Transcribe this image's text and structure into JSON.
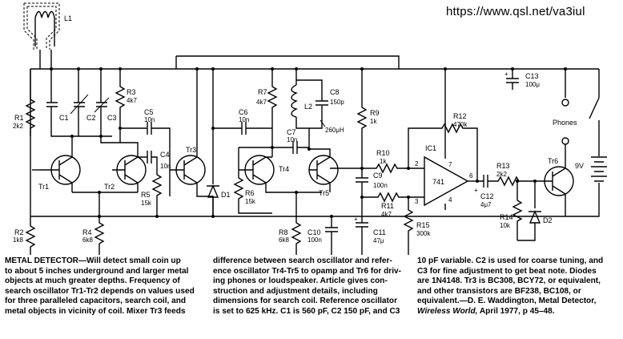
{
  "source_url": "https://www.qsl.net/va3iul",
  "labels": {
    "L1": "L1",
    "L2": "L2",
    "L2_value": "260μH",
    "C1": "C1",
    "C2": "C2",
    "C3": "C3",
    "C4": "C4",
    "C4_value": "10n",
    "C5": "C5",
    "C5_value": "10n",
    "C6": "C6",
    "C6_value": "10n",
    "C7": "C7",
    "C7_value": "10n",
    "C8": "C8",
    "C8_value": "150p",
    "C9": "C9",
    "C9_value": "100n",
    "C10": "C10",
    "C10_value": "100n",
    "C11": "C11",
    "C11_value": "47μ",
    "C12": "C12",
    "C12_value": "4μ7",
    "C13": "C13",
    "C13_value": "100μ",
    "R1": "R1",
    "R1_value": "2k2",
    "R2": "R2",
    "R2_value": "1k8",
    "R3": "R3",
    "R3_value": "4k7",
    "R4": "R4",
    "R4_value": "6k8",
    "R5": "R5",
    "R5_value": "15k",
    "R6": "R6",
    "R6_value": "15k",
    "R7": "R7",
    "R7_value": "4k7",
    "R8": "R8",
    "R8_value": "6k8",
    "R9": "R9",
    "R9_value": "1k",
    "R10": "R10",
    "R10_value": "1k",
    "R11": "R11",
    "R11_value": "4k7",
    "R12": "R12",
    "R12_value": "470k",
    "R13": "R13",
    "R13_value": "2k2",
    "R14": "R14",
    "R14_value": "10k",
    "R15": "R15",
    "R15_value": "300k",
    "Tr1": "Tr1",
    "Tr2": "Tr2",
    "Tr3": "Tr3",
    "Tr4": "Tr4",
    "Tr5": "Tr5",
    "Tr6": "Tr6",
    "D1": "D1",
    "D2": "D2",
    "IC1": "IC1",
    "IC_type": "741",
    "pin2": "2",
    "pin3": "3",
    "pin4": "4",
    "pin6": "6",
    "pin7": "7",
    "phones": "Phones",
    "battery": "9V"
  },
  "caption": {
    "col1": [
      "METAL DETECTOR—Will detect small coin up",
      "to about 5 inches underground and larger metal",
      "objects at much greater depths. Frequency of",
      "search oscillator Tr1-Tr2 depends on values used",
      "for three paralleled capacitors, search coil, and",
      "metal objects in vicinity of coil. Mixer Tr3 feeds"
    ],
    "col2": [
      "difference between search oscillator and refer-",
      "ence oscillator Tr4-Tr5 to opamp and Tr6 for driv-",
      "ing phones or loudspeaker. Article gives con-",
      "struction and adjustment details, including",
      "dimensions for search coil. Reference oscillator",
      "is set to 625 kHz. C1 is 560 pF, C2 150 pF, and C3"
    ],
    "col3": [
      "10 pF variable. C2 is used for coarse tuning, and",
      "C3 for fine adjustment to get beat note. Diodes",
      "are 1N4148. Tr3 is BC308, BCY72, or equivalent,",
      "and other transistors are BF238, BC108, or",
      "equivalent.—D. E. Waddington, Metal Detector,"
    ],
    "col3_last_italic": "Wireless World,",
    "col3_last_rest": " April 1977, p 45–48."
  }
}
